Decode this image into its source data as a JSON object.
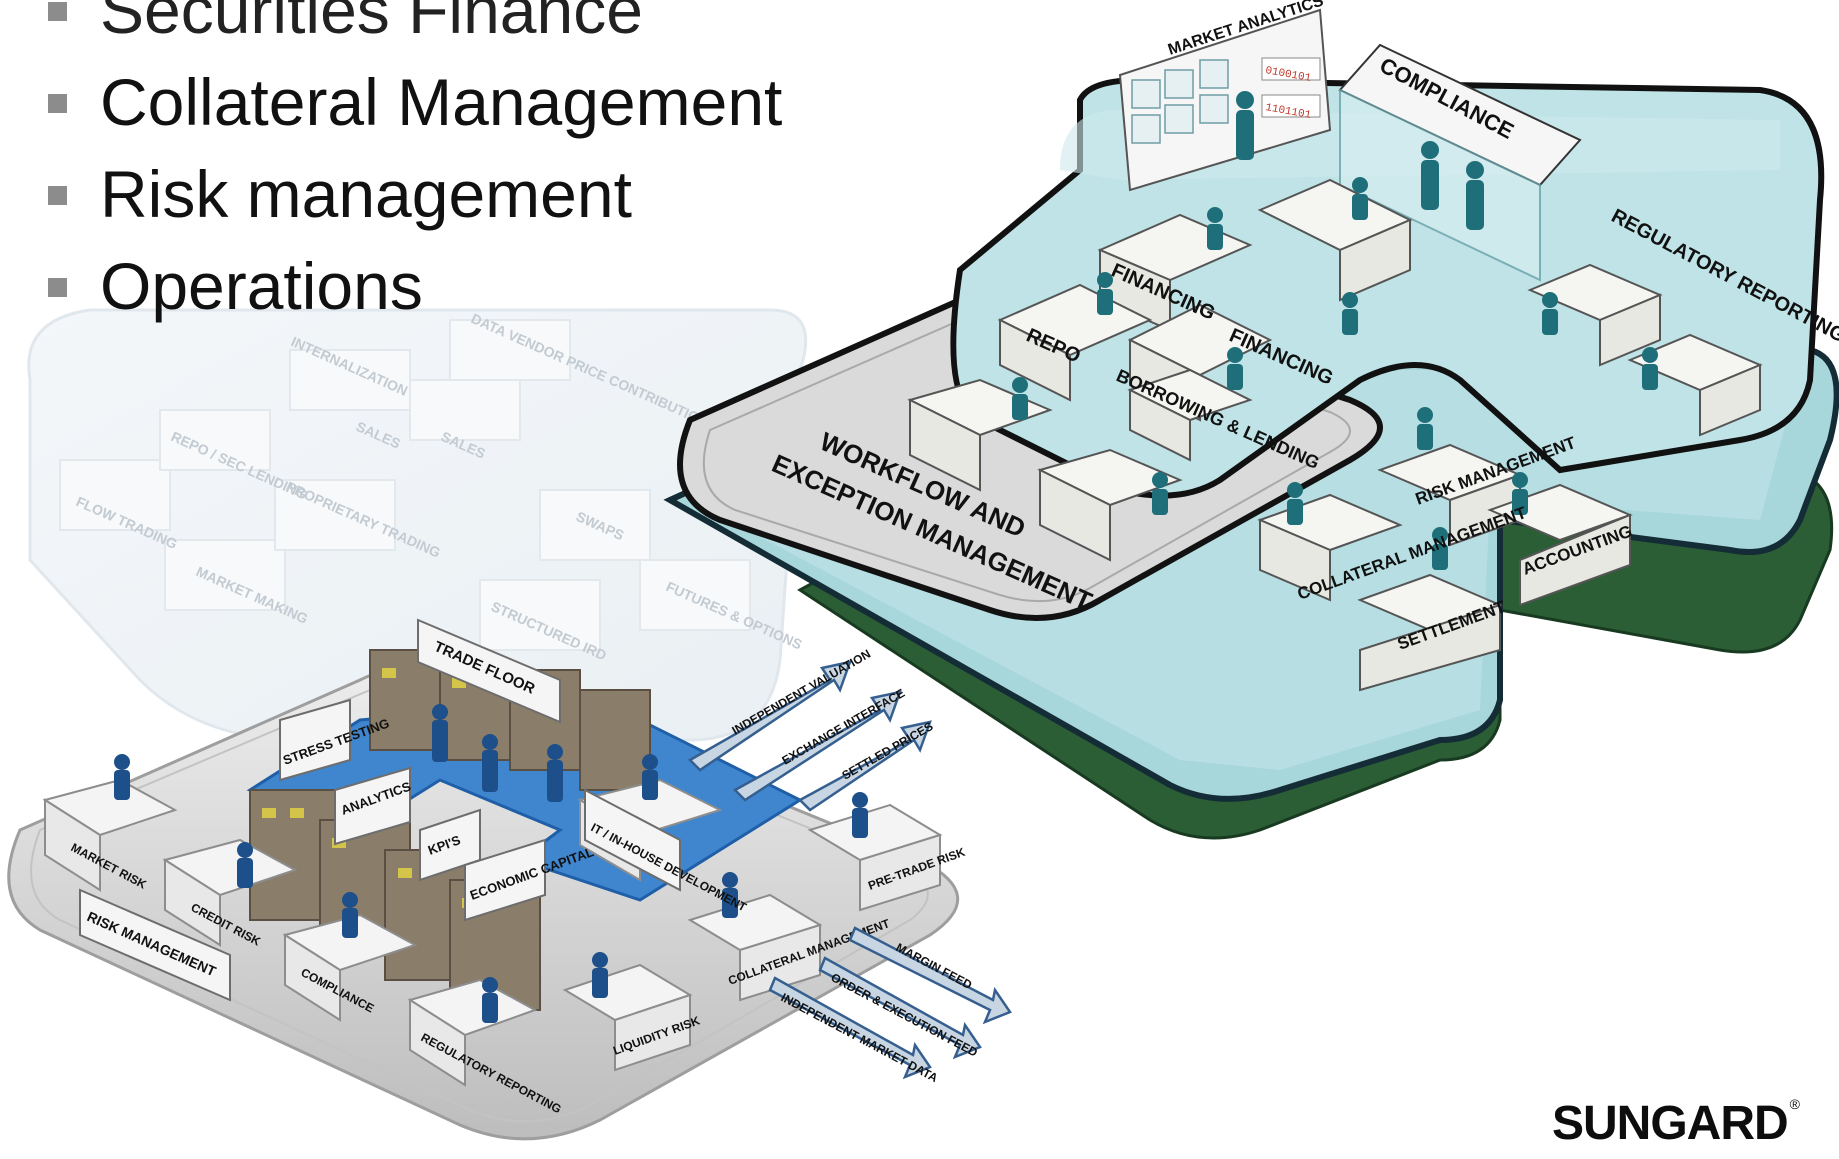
{
  "bullets": [
    "Securities Finance",
    "Collateral Management",
    "Risk management",
    "Operations"
  ],
  "logo": {
    "text": "SUNGARD",
    "mark": "®"
  },
  "front_office_labels": {
    "data_vendor": "DATA VENDOR PRICE CONTRIBUTIONS",
    "internalization": "INTERNALIZATION",
    "sales_1": "SALES",
    "sales_2": "SALES",
    "repo_sec": "REPO / SEC LENDING",
    "prop_trading": "PROPRIETARY TRADING",
    "flow_trading": "FLOW TRADING",
    "swaps": "SWAPS",
    "market_making": "MARKET MAKING",
    "futures": "FUTURES & OPTIONS",
    "structured": "STRUCTURED IRD"
  },
  "risk_labels": {
    "trade_floor": "TRADE FLOOR",
    "stress_testing": "STRESS TESTING",
    "analytics": "ANALYTICS",
    "kpis": "KPI'S",
    "economic_capital": "ECONOMIC CAPITAL",
    "it_dev": "IT / IN-HOUSE DEVELOPMENT",
    "market_risk": "MARKET RISK",
    "credit_risk": "CREDIT RISK",
    "compliance": "COMPLIANCE",
    "regulatory": "REGULATORY REPORTING",
    "liquidity": "LIQUIDITY RISK",
    "collateral": "COLLATERAL MANAGEMENT",
    "pretrade": "PRE-TRADE RISK",
    "risk_management": "RISK MANAGEMENT"
  },
  "feeds": {
    "independent_valuation": "INDEPENDENT VALUATION",
    "exchange_interface": "EXCHANGE INTERFACE",
    "settled_prices": "SETTLED PRICES",
    "margin_feed": "MARGIN FEED",
    "order_execution": "ORDER & EXECUTION FEED",
    "independent_market_data": "INDEPENDENT MARKET DATA"
  },
  "back_office_labels": {
    "market_analytics": "MARKET ANALYTICS",
    "binary_1": "0100101",
    "binary_2": "1101101",
    "compliance": "COMPLIANCE",
    "financing_1": "FINANCING",
    "financing_2": "FINANCING",
    "repo": "REPO",
    "borrowing": "BORROWING & LENDING",
    "regulatory": "REGULATORY REPORTING",
    "workflow_1": "WORKFLOW AND",
    "workflow_2": "EXCEPTION MANAGEMENT",
    "risk_management": "RISK MANAGEMENT",
    "collateral": "COLLATERAL MANAGEMENT",
    "accounting": "ACCOUNTING",
    "settlement": "SETTLEMENT"
  },
  "colors": {
    "teal_floor": "#b8dfe3",
    "teal_dark": "#9fd0d6",
    "green_base": "#2c5e36",
    "blue_floor": "#3f86cf",
    "grey_floor": "#d5d5d5",
    "figure_teal": "#1e6f7a"
  }
}
